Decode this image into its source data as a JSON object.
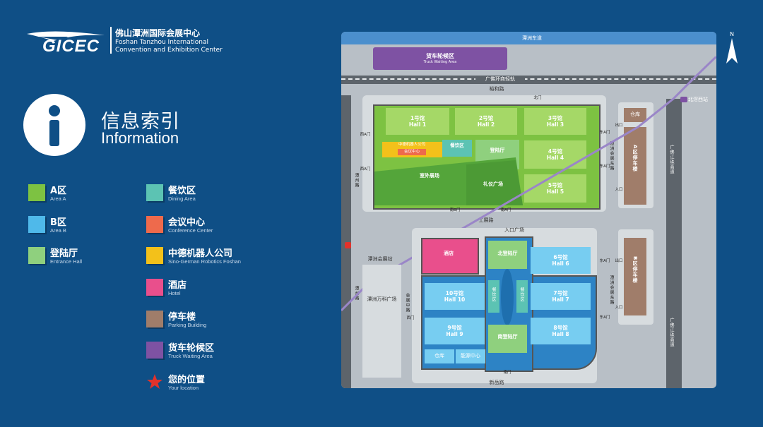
{
  "logo": {
    "mark": "GICEC",
    "name_cn": "佛山潭洲国际会展中心",
    "name_en_1": "Foshan Tanzhou International",
    "name_en_2": "Convention and Exhibition Center"
  },
  "info": {
    "title_cn": "信息索引",
    "title_en": "Information"
  },
  "legend": [
    {
      "cn": "A区",
      "en": "Area A",
      "color": "#7dc242"
    },
    {
      "cn": "B区",
      "en": "Area B",
      "color": "#4fb9ea"
    },
    {
      "cn": "登陆厅",
      "en": "Entrance Hall",
      "color": "#8fd07e"
    },
    {
      "cn": "餐饮区",
      "en": "Dining Area",
      "color": "#5cc3b3"
    },
    {
      "cn": "会议中心",
      "en": "Conference Center",
      "color": "#ee6a4c"
    },
    {
      "cn": "中德机器人公司",
      "en": "Sino-German Robotics Foshan",
      "color": "#f3c11a"
    },
    {
      "cn": "酒店",
      "en": "Hotel",
      "color": "#e94f8c"
    },
    {
      "cn": "停车楼",
      "en": "Parking Building",
      "color": "#a07d6a"
    },
    {
      "cn": "货车轮候区",
      "en": "Truck Waiting Area",
      "color": "#7e52a3"
    },
    {
      "cn": "您的位置",
      "en": "Your location",
      "color": "#e3322b"
    }
  ],
  "map": {
    "north": "N",
    "roads": {
      "top": "潭洲东道",
      "rail": "广佛环商轻轨",
      "third": "裕和路",
      "mid": "工展路",
      "bottom": "新岳路",
      "right": "广佛江珠高速",
      "right2": "潭洲会展东路",
      "left": "潭州路",
      "center_v": "会展中路"
    },
    "truck": {
      "cn": "货车轮候区",
      "en": "Truck Waiting Area"
    },
    "halls_a": [
      {
        "cn": "1号馆",
        "en": "Hall 1"
      },
      {
        "cn": "2号馆",
        "en": "Hall 2"
      },
      {
        "cn": "3号馆",
        "en": "Hall 3"
      },
      {
        "cn": "4号馆",
        "en": "Hall 4"
      },
      {
        "cn": "5号馆",
        "en": "Hall 5"
      }
    ],
    "halls_b": [
      {
        "cn": "6号馆",
        "en": "Hall 6"
      },
      {
        "cn": "7号馆",
        "en": "Hall 7"
      },
      {
        "cn": "8号馆",
        "en": "Hall 8"
      },
      {
        "cn": "9号馆",
        "en": "Hall 9"
      },
      {
        "cn": "10号馆",
        "en": "Hall 10"
      }
    ],
    "robot": "中德机器人公司",
    "conf": "会议中心",
    "dining_a": "餐饮区",
    "entrance_a": "登陆厅",
    "outdoor": "室外展场",
    "plaza": "礼仪广场",
    "hotel": "酒店",
    "north_entrance": "北登陆厅",
    "south_entrance": "南登陆厅",
    "dining_b_l": "餐饮区",
    "dining_b_r": "餐饮区",
    "warehouse": "仓库",
    "energy": "能源中心",
    "station": "潭洲会展站",
    "plaza_b": "潭洲万科广场",
    "parking_a": "A区停车楼",
    "parking_b": "B区停车楼",
    "warehouse_r": "仓库",
    "beijiao": "北滘西站",
    "entrance_plaza": "入口广场",
    "gates": {
      "north1": "北门",
      "west1": "西A门",
      "west2": "西A门",
      "east1": "东A门",
      "east2": "东A门",
      "south_a1": "南B门",
      "south_a2": "南A门",
      "east3": "东A门",
      "east4": "东A门",
      "west_b": "西门",
      "south_b": "南门",
      "out1": "出口",
      "in1": "入口",
      "out2": "出口",
      "in2": "入口"
    }
  }
}
